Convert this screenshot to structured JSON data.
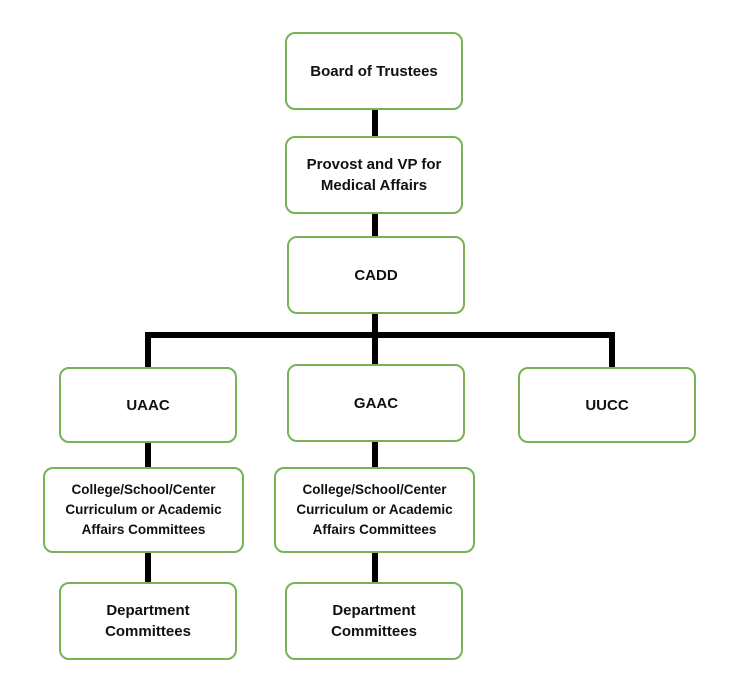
{
  "colors": {
    "node_border": "#77b255",
    "connector": "#000000",
    "text": "#111111"
  },
  "nodes": {
    "board": "Board of Trustees",
    "provost": "Provost and VP for\nMedical Affairs",
    "cadd": "CADD",
    "uaac": "UAAC",
    "gaac": "GAAC",
    "uucc": "UUCC",
    "college_left": "College/School/Center\nCurriculum or Academic\nAffairs Committees",
    "college_right": "College/School/Center\nCurriculum or Academic\nAffairs Committees",
    "dept_left": "Department\nCommittees",
    "dept_right": "Department\nCommittees"
  }
}
